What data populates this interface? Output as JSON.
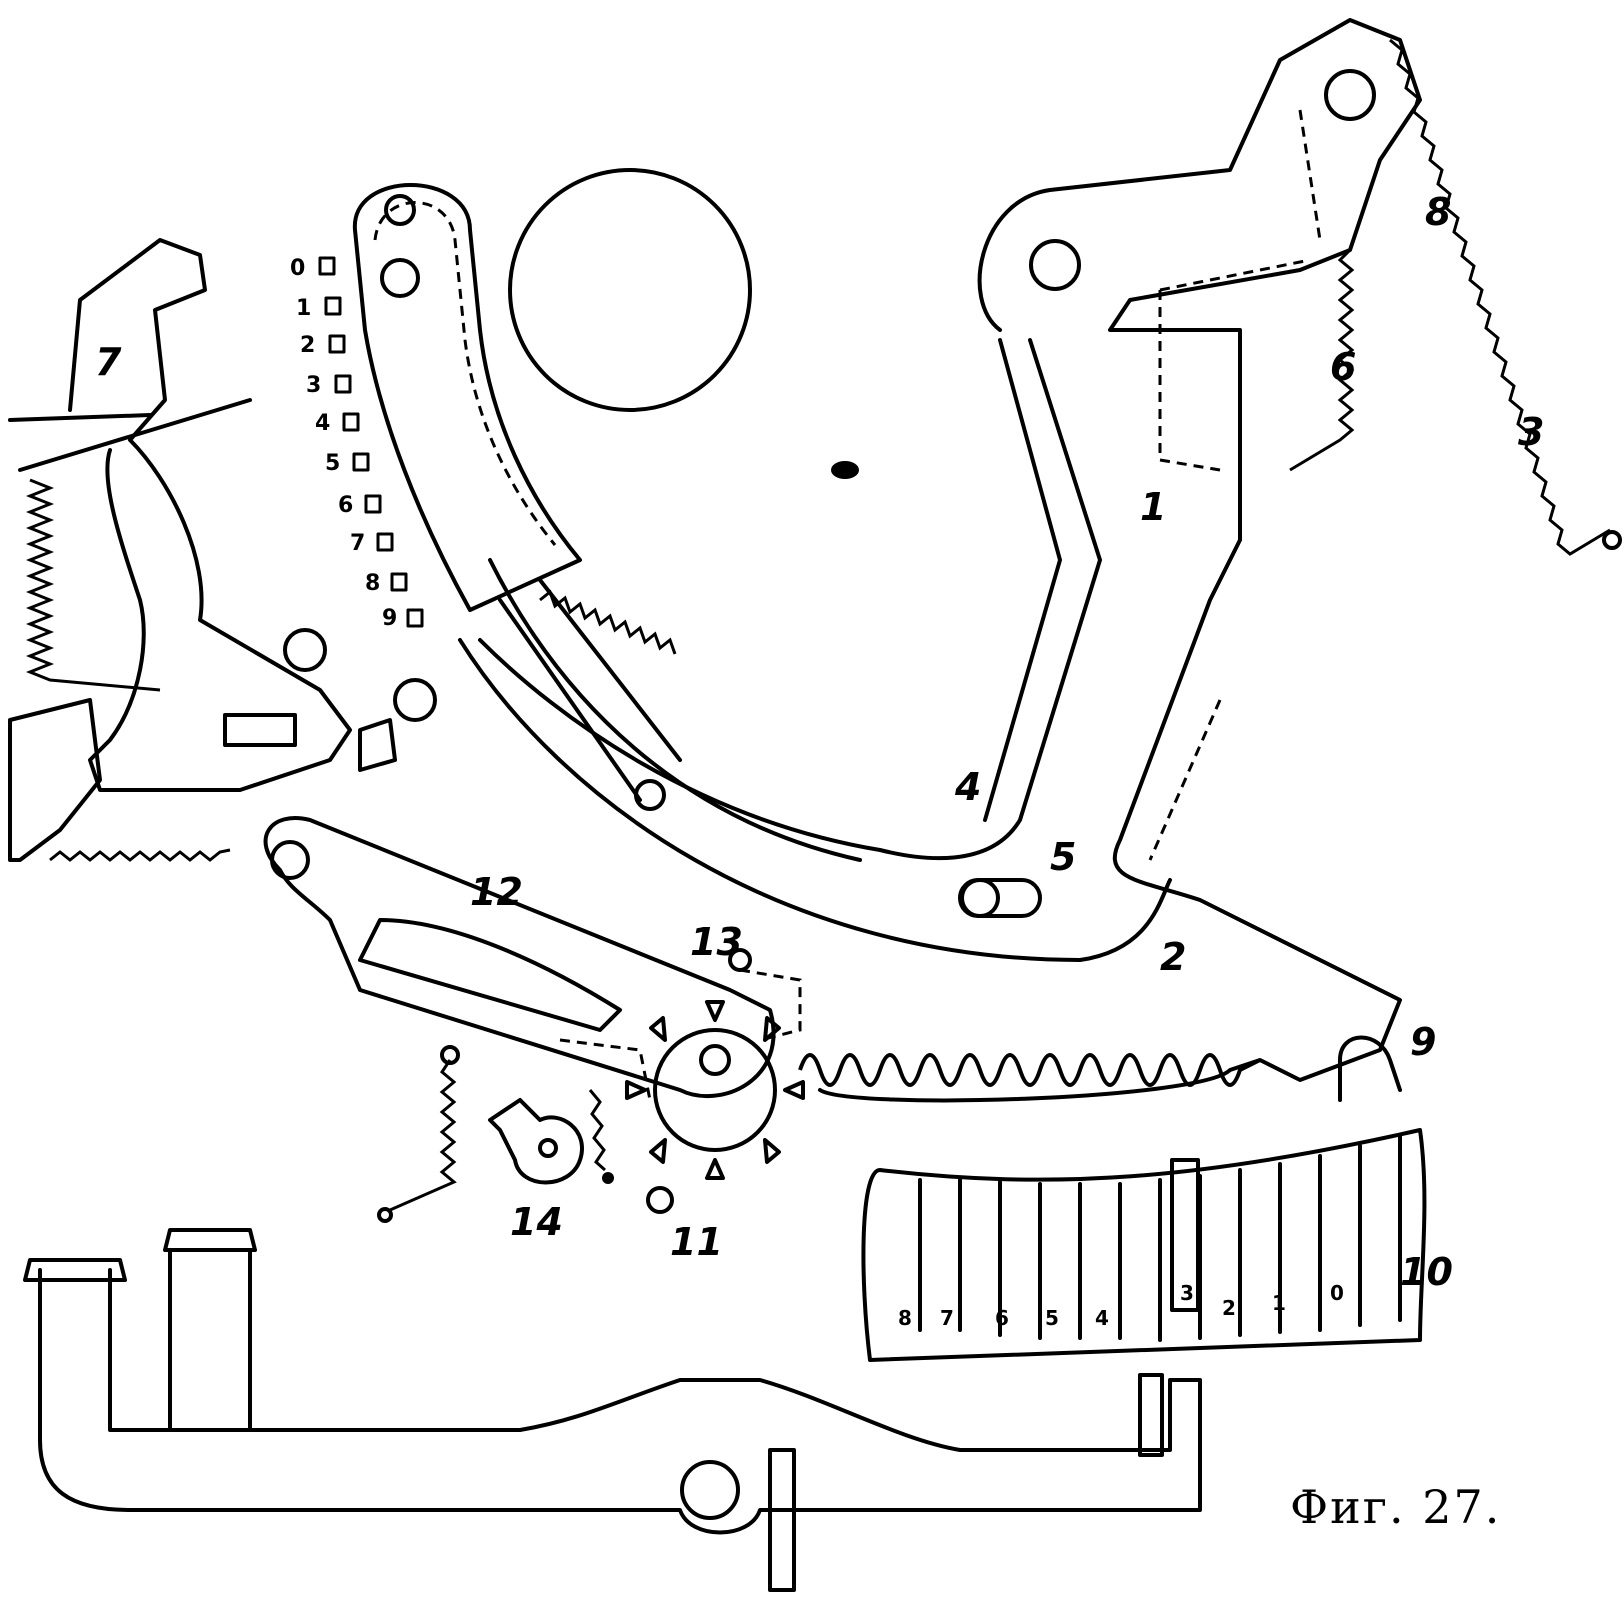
{
  "figure": {
    "caption": "Фиг. 27.",
    "part_labels": [
      "1",
      "2",
      "3",
      "4",
      "5",
      "6",
      "7",
      "8",
      "9",
      "10",
      "11",
      "12",
      "13",
      "14"
    ],
    "scale_digits": [
      "0",
      "1",
      "2",
      "3",
      "4",
      "5",
      "6",
      "7",
      "8",
      "9"
    ],
    "plate_digits": [
      "8",
      "7",
      "6",
      "5",
      "4",
      "3",
      "2",
      "1",
      "0"
    ]
  }
}
